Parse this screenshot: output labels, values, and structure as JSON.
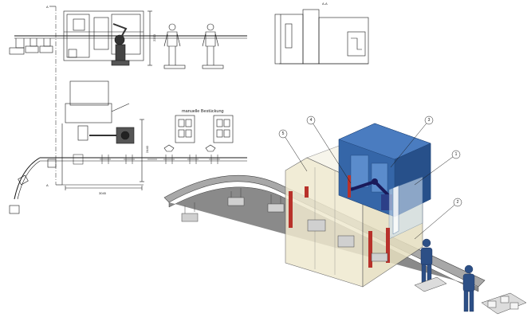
{
  "section_label": "A-A",
  "section_marker_letter": "A",
  "manual_loading_label": "manuelle Bestückung",
  "dimensions": {
    "plan_height": "2440",
    "plan_width": "3045",
    "elevation_height": "2200"
  },
  "callouts": [
    "1",
    "2",
    "3",
    "4",
    "5"
  ],
  "colors": {
    "line": "#1a1a1a",
    "robot_cell_blue": "#2f5f9e",
    "robot_cell_blue_dark": "#1f4478",
    "enclosure_fill": "#ede8d2",
    "conveyor_gray": "#9a9a9a",
    "red_post": "#b8322b",
    "worker_blue": "#2c4f86"
  },
  "icons": [
    "robot-arm-icon",
    "human-figure-icon",
    "conveyor-carrier-icon",
    "section-arrow-icon"
  ]
}
